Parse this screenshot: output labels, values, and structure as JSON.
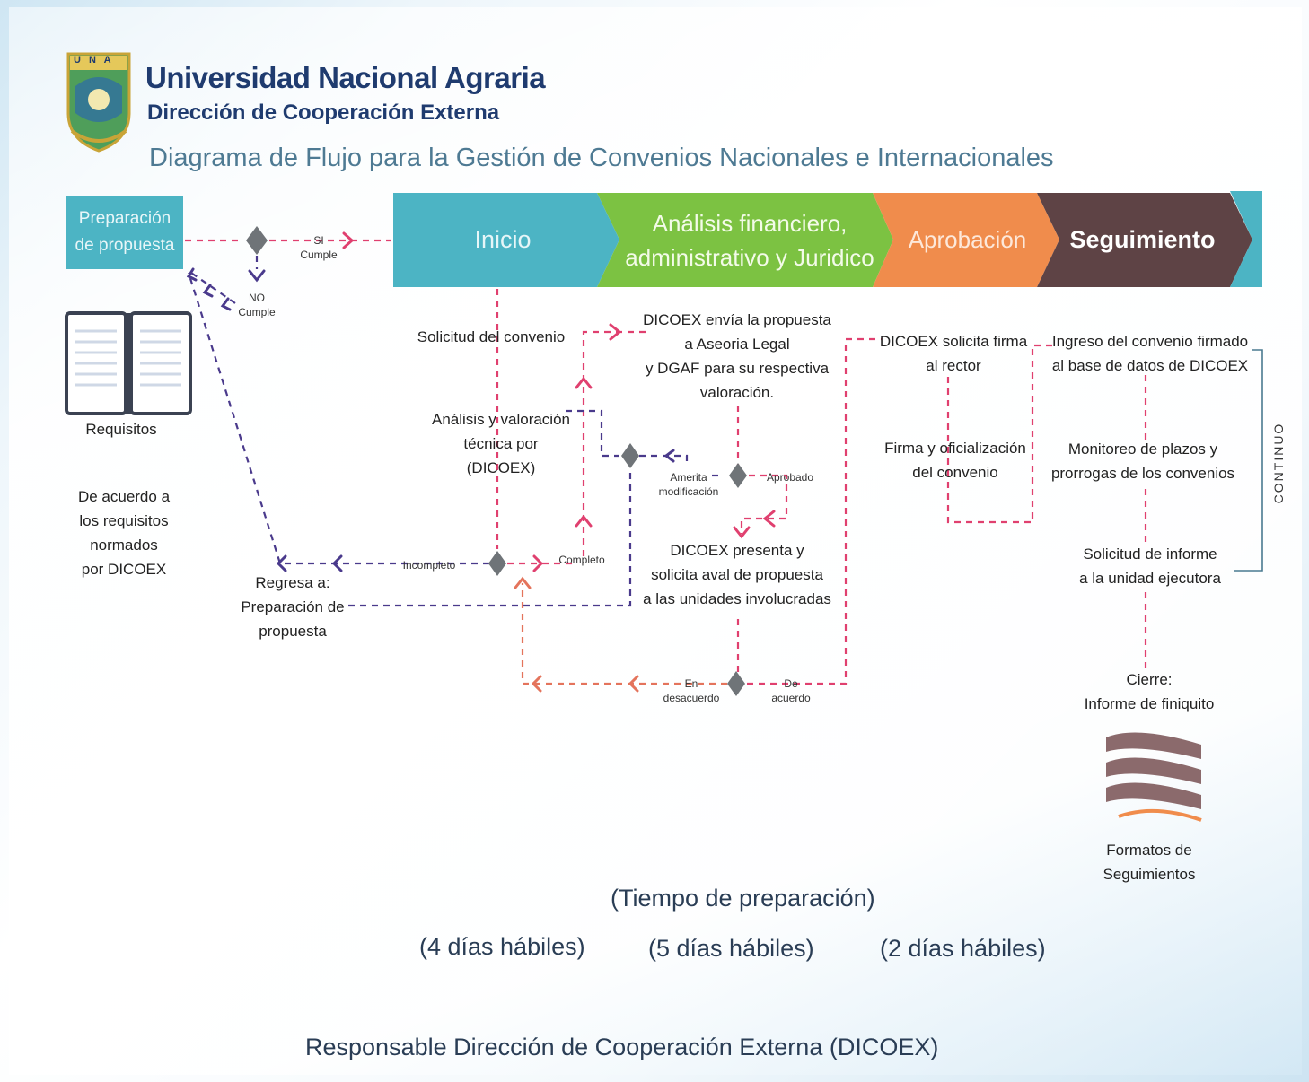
{
  "header": {
    "university": "Universidad Nacional Agraria",
    "department": "Dirección de Cooperación Externa",
    "diagram_title": "Diagrama de Flujo para la Gestión de Convenios Nacionales e Internacionales",
    "logo_text": "U N A"
  },
  "phases": {
    "preparacion": "Preparación\nde propuesta",
    "inicio": "Inicio",
    "analisis": "Análisis financiero,\nadministrativo y Juridico",
    "aprobacion": "Aprobación",
    "seguimiento": "Seguimiento"
  },
  "colors": {
    "teal": "#4cb4c4",
    "green": "#7cc242",
    "orange": "#f08c4c",
    "brown": "#5e4345",
    "pink_line": "#e0406f",
    "purple_line": "#4a3a8c",
    "salmon_line": "#e4745c",
    "diamond": "#6f7478"
  },
  "left": {
    "requisitos": "Requisitos",
    "note": "De acuerdo a\nlos requisitos\nnormados\npor DICOEX"
  },
  "decisions": {
    "si_cumple": "SI\nCumple",
    "no_cumple": "NO\nCumple",
    "incompleto": "Incompleto",
    "completo": "Completo",
    "amerita": "Amerita\nmodificación",
    "aprobado": "Aprobado",
    "desacuerdo": "En\ndesacuerdo",
    "de_acuerdo": "De\nacuerdo"
  },
  "nodes": {
    "solicitud": "Solicitud del convenio",
    "analisis_tecnica": "Análisis y valoración\ntécnica por\n(DICOEX)",
    "regresa": "Regresa a:\nPreparación de\npropuesta",
    "envia": "DICOEX envía la propuesta\na Aseoria Legal\ny DGAF para su respectiva\nvaloración.",
    "presenta": "DICOEX presenta y\nsolicita aval de propuesta\na las unidades involucradas",
    "solicita_firma": "DICOEX solicita firma\nal rector",
    "firma": "Firma y oficialización\ndel convenio",
    "ingreso": "Ingreso del convenio firmado\nal base de datos de DICOEX",
    "monitoreo": "Monitoreo de plazos y\nprorrogas de los convenios",
    "solicitud_informe": "Solicitud de informe\na la unidad ejecutora",
    "cierre": "Cierre:\nInforme de finiquito",
    "formatos": "Formatos de\nSeguimientos",
    "continuo": "CONTINUO"
  },
  "footer": {
    "tiempo": "(Tiempo de preparación)",
    "dias_inicio": "(4 días hábiles)",
    "dias_analisis": "(5 días hábiles)",
    "dias_aprobacion": "(2 días hábiles)",
    "responsable": "Responsable Dirección de Cooperación Externa (DICOEX)"
  }
}
